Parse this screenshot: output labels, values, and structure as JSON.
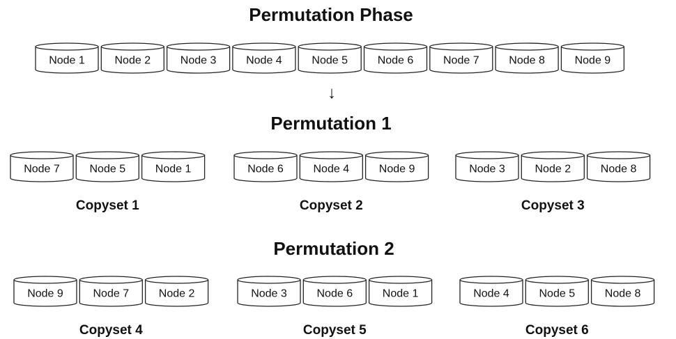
{
  "title": "Permutation Phase",
  "source_nodes": [
    "Node 1",
    "Node 2",
    "Node 3",
    "Node 4",
    "Node 5",
    "Node 6",
    "Node 7",
    "Node 8",
    "Node 9"
  ],
  "arrow": "↓",
  "permutations": [
    {
      "title": "Permutation 1",
      "copysets": [
        {
          "label": "Copyset 1",
          "nodes": [
            "Node 7",
            "Node 5",
            "Node 1"
          ]
        },
        {
          "label": "Copyset 2",
          "nodes": [
            "Node 6",
            "Node 4",
            "Node 9"
          ]
        },
        {
          "label": "Copyset 3",
          "nodes": [
            "Node 3",
            "Node 2",
            "Node 8"
          ]
        }
      ]
    },
    {
      "title": "Permutation 2",
      "copysets": [
        {
          "label": "Copyset 4",
          "nodes": [
            "Node 9",
            "Node 7",
            "Node 2"
          ]
        },
        {
          "label": "Copyset 5",
          "nodes": [
            "Node 3",
            "Node 6",
            "Node 1"
          ]
        },
        {
          "label": "Copyset 6",
          "nodes": [
            "Node 4",
            "Node 5",
            "Node 8"
          ]
        }
      ]
    }
  ]
}
